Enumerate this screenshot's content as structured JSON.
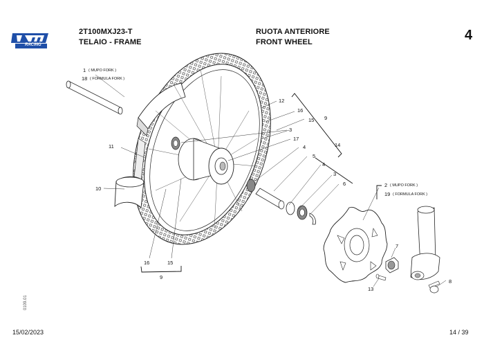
{
  "header": {
    "model_code": "2T100MXJ23-T",
    "group_it": "TELAIO - FRAME",
    "title_it": "RUOTA ANTERIORE",
    "title_en": "FRONT WHEEL",
    "section_number": "4"
  },
  "logo": {
    "brand_text": "tm",
    "sub_text": "RACING",
    "color": "#1f4fa8"
  },
  "footer": {
    "date": "15/02/2023",
    "page": "14 / 39",
    "side_code": "0109.01"
  },
  "callouts": {
    "c1": "1",
    "c1_note": "( MUPO FORK )",
    "c18": "18",
    "c18_note": "( FORMULA FORK )",
    "c11": "11",
    "c10": "10",
    "c12": "12",
    "c16a": "16",
    "c15a": "15",
    "c9a": "9",
    "c3a": "3",
    "c17": "17",
    "c4a": "4",
    "c5": "5",
    "c14": "14",
    "c4b": "4",
    "c3b": "3",
    "c6": "6",
    "c2": "2",
    "c2_note": "( MUPO FORK )",
    "c19": "19",
    "c19_note": "( FORMULA FORK )",
    "c7": "7",
    "c8": "8",
    "c13": "13",
    "c16b": "16",
    "c15b": "15",
    "c9b": "9"
  }
}
